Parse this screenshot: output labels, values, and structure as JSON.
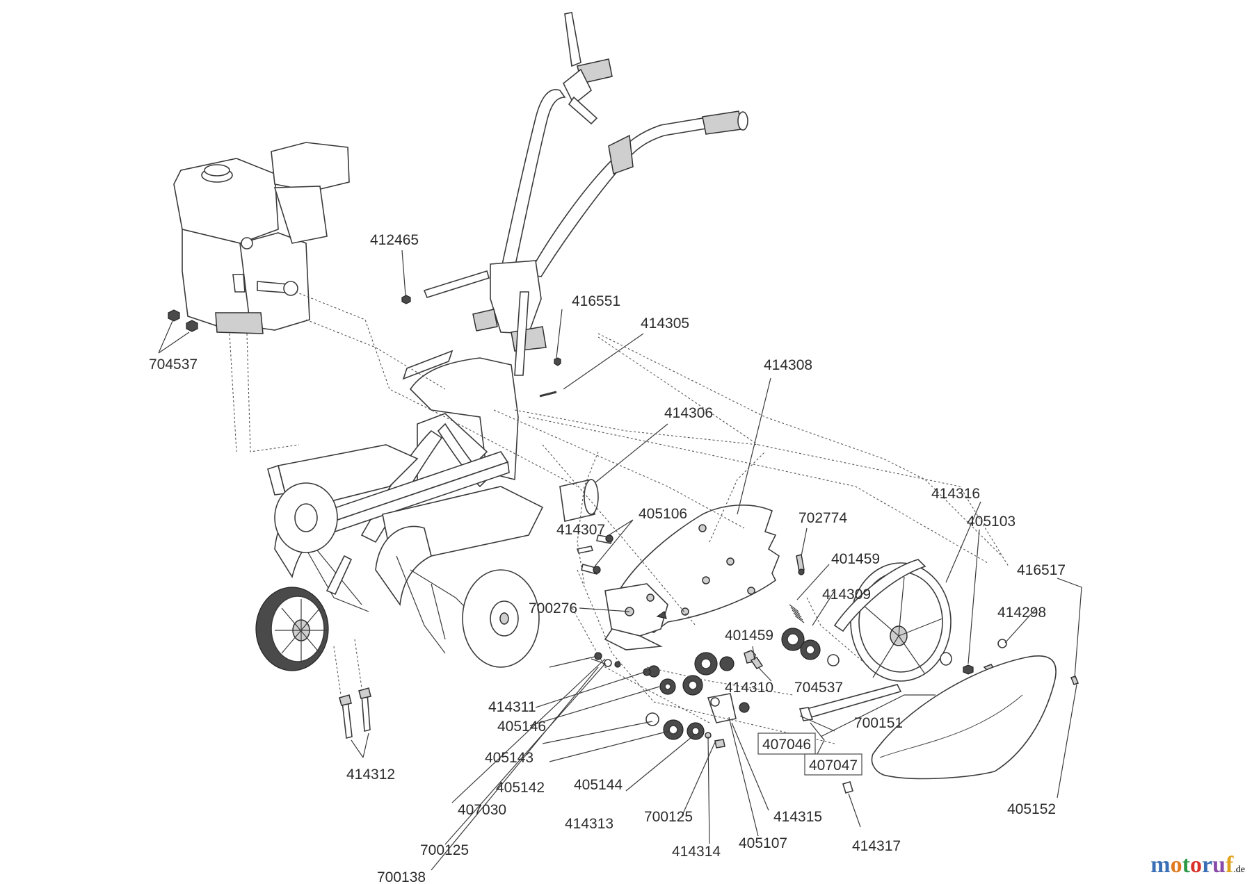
{
  "labels": {
    "p412465": "412465",
    "p416551": "416551",
    "p414305": "414305",
    "p704537a": "704537",
    "p414308": "414308",
    "p414306": "414306",
    "p405106": "405106",
    "p414307": "414307",
    "p702774": "702774",
    "p414316": "414316",
    "p405103": "405103",
    "p416517": "416517",
    "p401459a": "401459",
    "p414309": "414309",
    "p700276": "700276",
    "p401459b": "401459",
    "p414298": "414298",
    "p414310": "414310",
    "p704537b": "704537",
    "p414311": "414311",
    "p405146": "405146",
    "p700151": "700151",
    "p407046": "407046",
    "p407047": "407047",
    "p405143": "405143",
    "p414312": "414312",
    "p405142": "405142",
    "p405144": "405144",
    "p407030": "407030",
    "p414315": "414315",
    "p405152": "405152",
    "p700125a": "700125",
    "p414313": "414313",
    "p405107": "405107",
    "p700125b": "700125",
    "p414314": "414314",
    "p414317": "414317",
    "p700138": "700138"
  },
  "watermark": {
    "letters": [
      "m",
      "o",
      "t",
      "o",
      "r",
      "u",
      "f"
    ],
    "colors": [
      "#3a6fb5",
      "#e07a1f",
      "#2e9a47",
      "#d8322b",
      "#3a6fb5",
      "#8a4ba8",
      "#e0a21f"
    ],
    "suffix": ".de"
  }
}
